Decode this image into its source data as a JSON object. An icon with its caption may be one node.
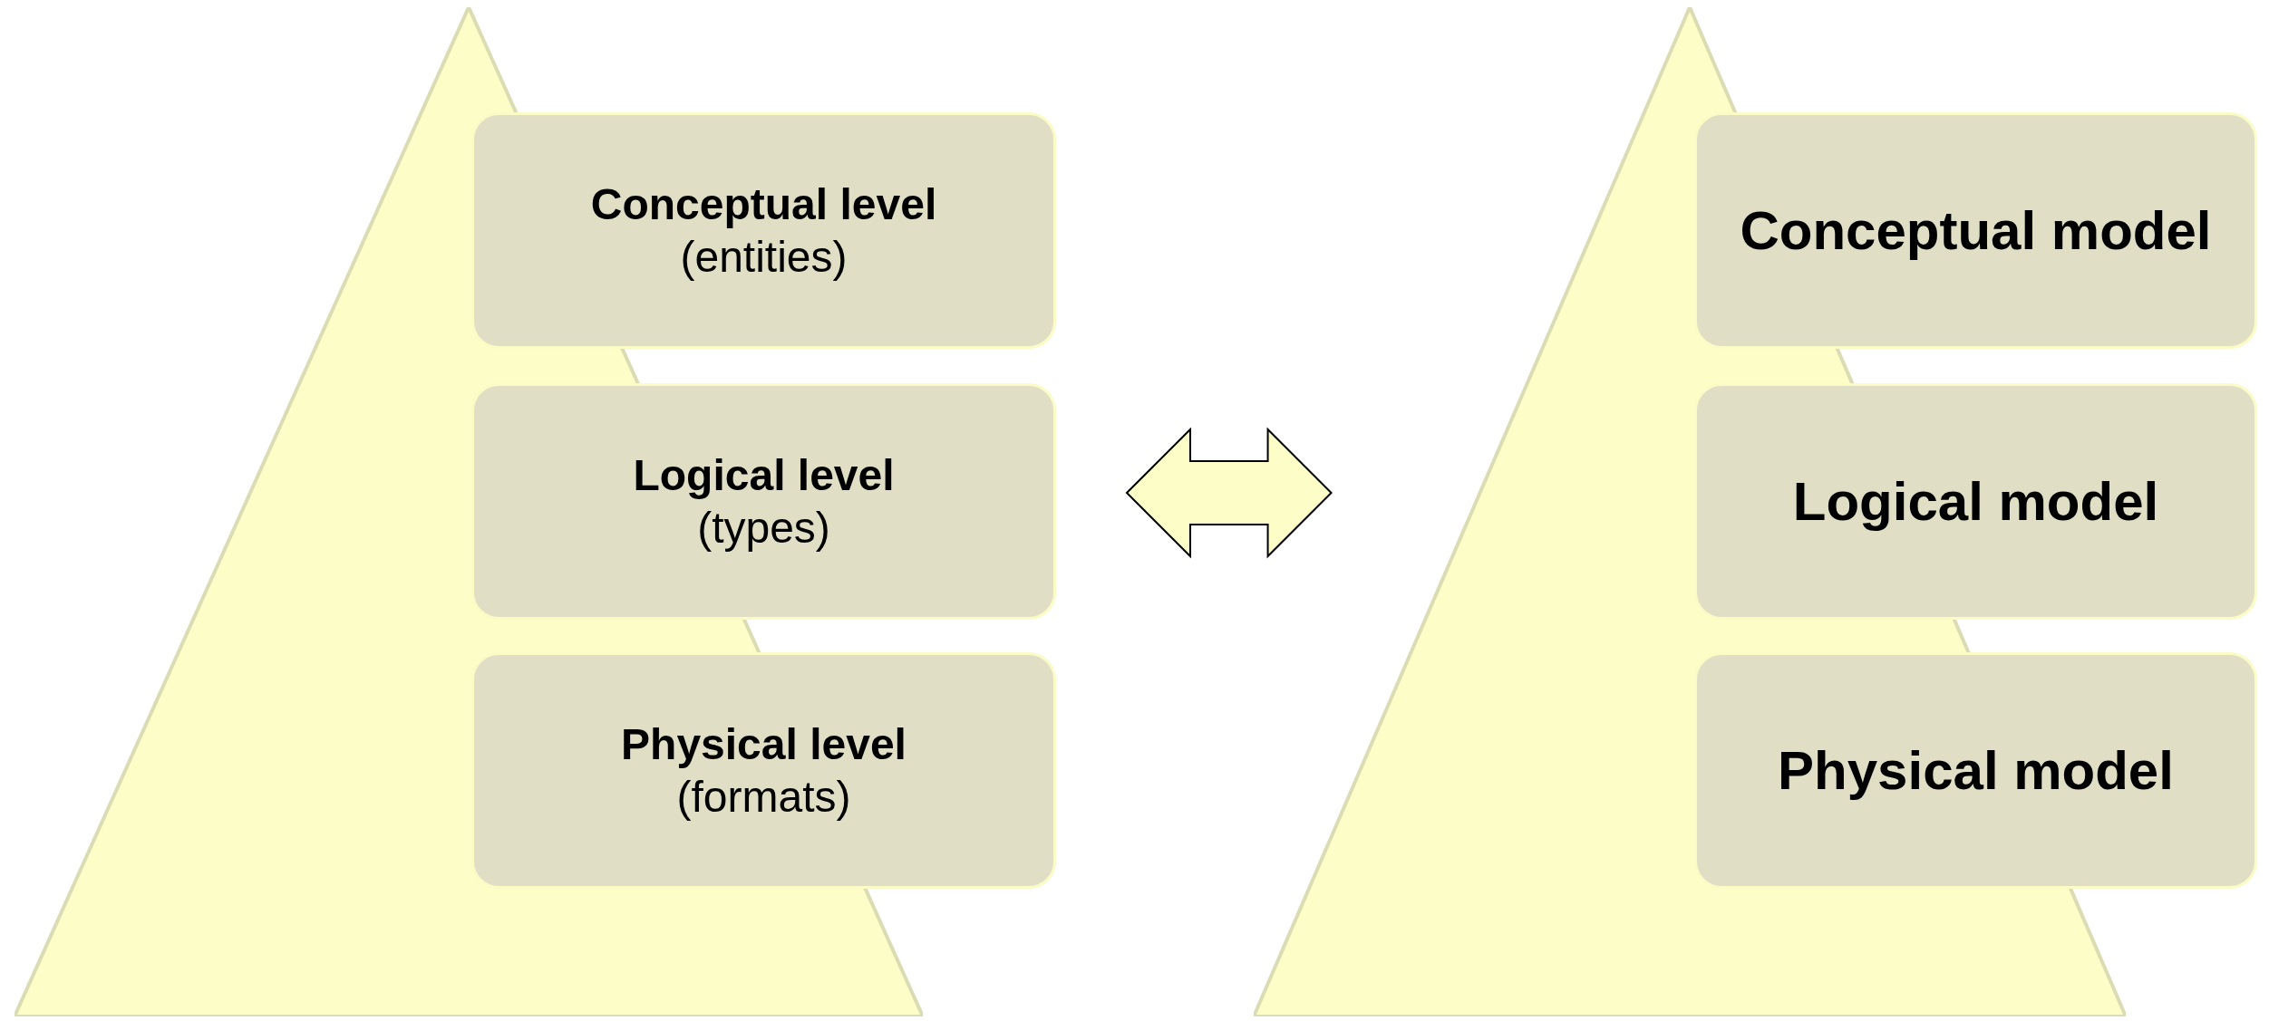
{
  "diagram": {
    "nodes": [
      {
        "text": [],
        "shape": "triangle"
      },
      {
        "text": [
          "Conceptual level",
          "(entities)"
        ]
      },
      {
        "text": [
          "Logical level",
          "(types)"
        ]
      },
      {
        "text": [
          "Physical level",
          "(formats)"
        ]
      },
      {
        "text": [],
        "shape": "triangle"
      },
      {
        "text": [
          "Conceptual model"
        ]
      },
      {
        "text": [
          "Logical model"
        ]
      },
      {
        "text": [
          "Physical model"
        ]
      }
    ],
    "edges": [
      {
        "from": 2,
        "to": 4,
        "arrow": "both"
      }
    ]
  }
}
